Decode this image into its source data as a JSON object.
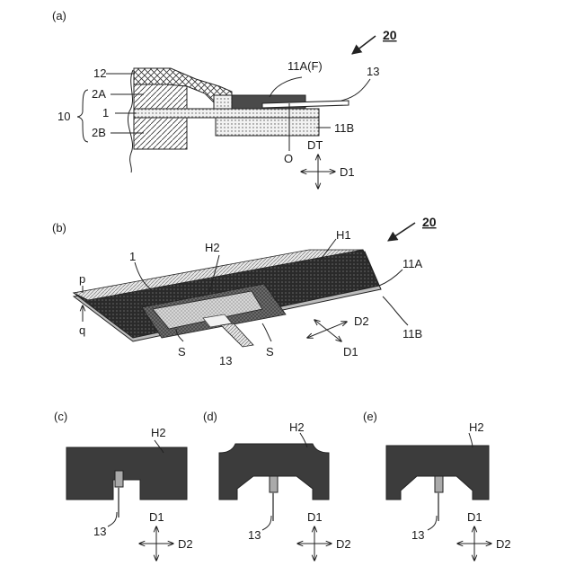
{
  "figure": {
    "panels": {
      "a": "(a)",
      "b": "(b)",
      "c": "(c)",
      "d": "(d)",
      "e": "(e)"
    },
    "panel_a": {
      "ref_number": "20",
      "labels": {
        "label_12": "12",
        "label_2a": "2A",
        "label_10": "10",
        "label_1": "1",
        "label_2b": "2B",
        "label_11af": "11A(F)",
        "label_13": "13",
        "label_11b": "11B",
        "label_dt": "DT",
        "label_o": "O",
        "label_d1": "D1"
      }
    },
    "panel_b": {
      "ref_number": "20",
      "labels": {
        "label_1": "1",
        "label_h2": "H2",
        "label_h1": "H1",
        "label_11a": "11A",
        "label_11b": "11B",
        "label_p": "p",
        "label_q": "q",
        "label_s_left": "S",
        "label_13": "13",
        "label_s_right": "S",
        "label_d2": "D2",
        "label_d1": "D1"
      }
    },
    "panel_c": {
      "label_h2": "H2",
      "label_13": "13",
      "label_d1": "D1",
      "label_d2": "D2"
    },
    "panel_d": {
      "label_h2": "H2",
      "label_13": "13",
      "label_d1": "D1",
      "label_d2": "D2"
    },
    "panel_e": {
      "label_h2": "H2",
      "label_13": "13",
      "label_d1": "D1",
      "label_d2": "D2"
    }
  }
}
